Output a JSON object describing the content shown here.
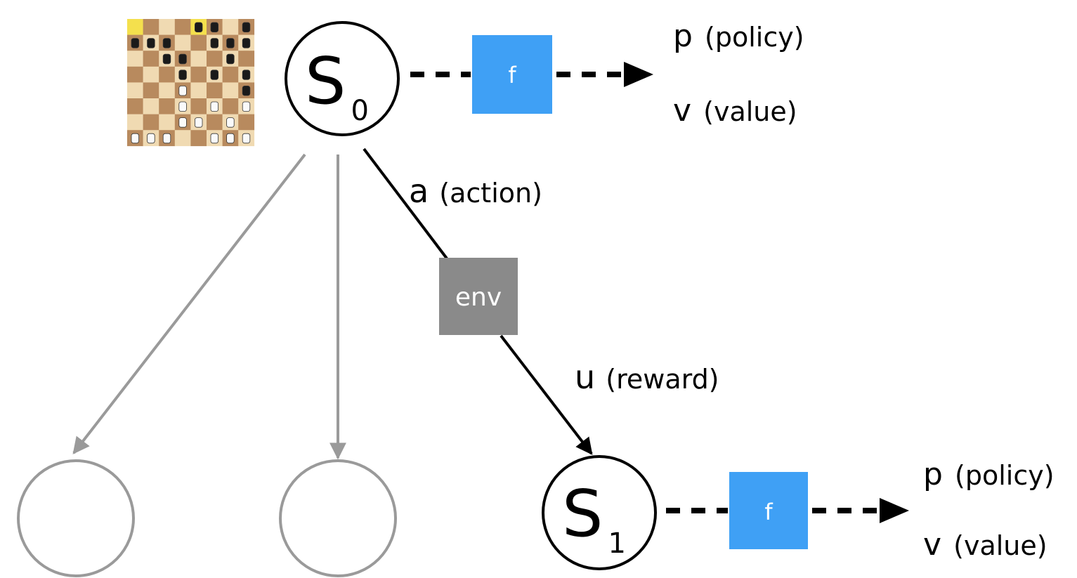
{
  "colors": {
    "function_box": "#3fa0f5",
    "env_box": "#8a8a8a",
    "gray_edge": "#9a9a9a",
    "black": "#000000",
    "board_light": "#f0dab2",
    "board_dark": "#b88a5e",
    "highlight": "#f4e04d"
  },
  "states": {
    "s0": {
      "letter": "S",
      "subscript": "0"
    },
    "s1": {
      "letter": "S",
      "subscript": "1"
    }
  },
  "function_box": {
    "label": "f"
  },
  "env_box": {
    "label": "env"
  },
  "outputs": {
    "p_symbol": "p",
    "p_text": "(policy)",
    "v_symbol": "v",
    "v_text": "(value)"
  },
  "edges": {
    "action_symbol": "a",
    "action_text": "(action)",
    "reward_symbol": "u",
    "reward_text": "(reward)"
  },
  "icons": {
    "board": "chessboard-icon"
  }
}
